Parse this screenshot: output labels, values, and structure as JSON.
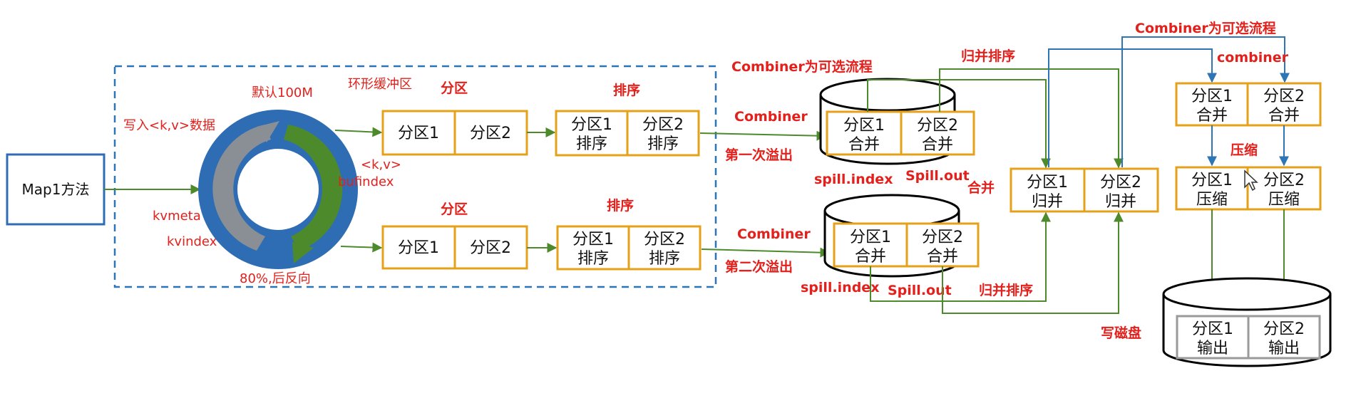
{
  "labels": {
    "map": "Map1方法",
    "write_kv": "写入<k,v>数据",
    "default_size": "默认100M",
    "ring_buffer": "环形缓冲区",
    "kv_pair": "<k,v>",
    "bufindex": "bufindex",
    "kvmeta": "kvmeta",
    "kvindex": "kvindex",
    "reverse": "80%,后反向",
    "partition": "分区",
    "sort": "排序",
    "combiner": "Combiner",
    "combiner_lower": "combiner",
    "combiner_optional": "Combiner为可选流程",
    "first_spill": "第一次溢出",
    "second_spill": "第二次溢出",
    "spill_index": "spill.index",
    "spill_out": "Spill.out",
    "merge": "合并",
    "merge_sort": "归并排序",
    "compress": "压缩",
    "write_disk": "写磁盘"
  },
  "cells": {
    "p1": "分区1",
    "p2": "分区2",
    "p1_sort": [
      "分区1",
      "排序"
    ],
    "p2_sort": [
      "分区2",
      "排序"
    ],
    "p1_merge": [
      "分区1",
      "合并"
    ],
    "p2_merge": [
      "分区2",
      "合并"
    ],
    "p1_guibing": [
      "分区1",
      "归并"
    ],
    "p2_guibing": [
      "分区2",
      "归并"
    ],
    "p1_compress": [
      "分区1",
      "压缩"
    ],
    "p2_compress": [
      "分区2",
      "压缩"
    ],
    "p1_output": [
      "分区1",
      "输出"
    ],
    "p2_output": [
      "分区2",
      "输出"
    ]
  },
  "colors": {
    "label_red": "#e3201b",
    "box_orange": "#e6a11a",
    "arrow_green": "#4d8a2c",
    "arrow_blue": "#2e75b6",
    "ring_blue": "#2e6db4"
  }
}
